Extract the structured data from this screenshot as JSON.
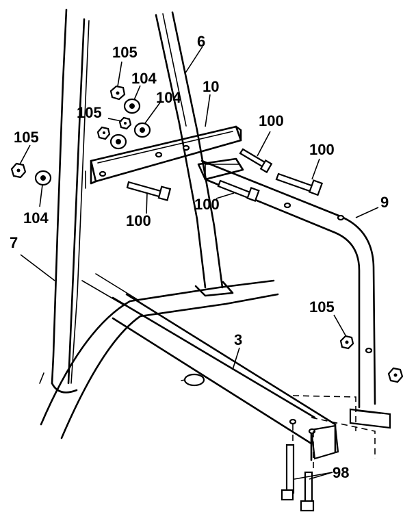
{
  "diagram": {
    "colors": {
      "ink": "#000000",
      "paper": "#ffffff"
    },
    "labels": {
      "part_6": "6",
      "part_10": "10",
      "part_7": "7",
      "part_9": "9",
      "part_3": "3",
      "part_98": "98",
      "nut_105_top": "105",
      "nut_105_mid": "105",
      "nut_105_left": "105",
      "nut_105_right": "105",
      "washer_104_top": "104",
      "washer_104_mid": "104",
      "washer_104_left": "104",
      "bolt_100_top": "100",
      "bolt_100_right": "100",
      "bolt_100_center": "100",
      "bolt_100_left": "100"
    }
  }
}
